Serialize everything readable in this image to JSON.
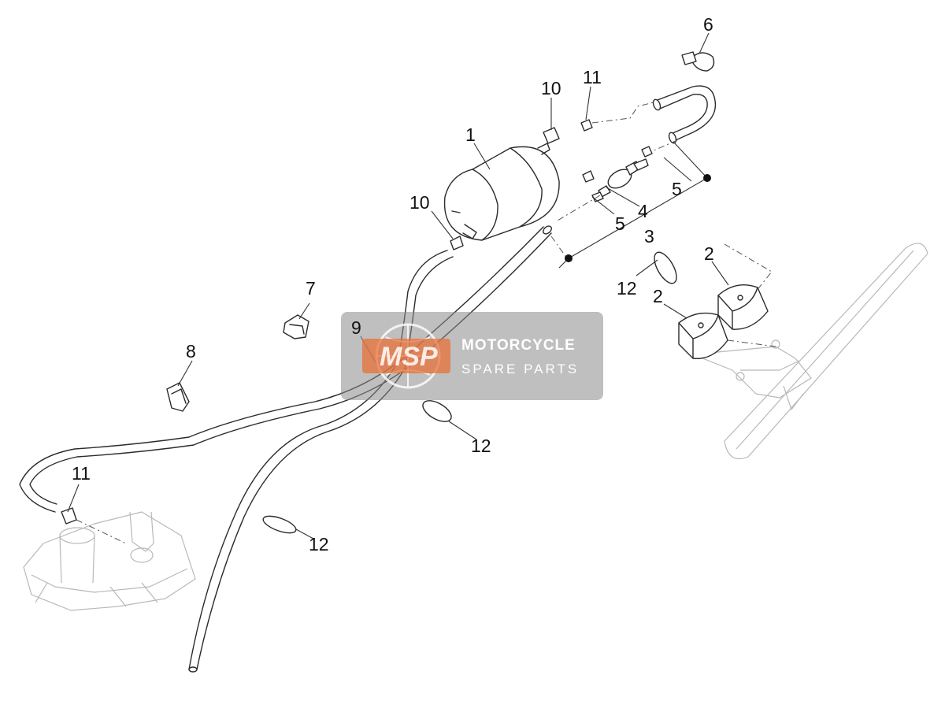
{
  "callouts": {
    "c1": "1",
    "c2a": "2",
    "c2b": "2",
    "c3": "3",
    "c4": "4",
    "c5a": "5",
    "c5b": "5",
    "c6": "6",
    "c7": "7",
    "c8": "8",
    "c9": "9",
    "c10a": "10",
    "c10b": "10",
    "c11a": "11",
    "c11b": "11",
    "c12a": "12",
    "c12b": "12",
    "c12c": "12"
  },
  "watermark": {
    "logo": "MSP",
    "title": "MOTORCYCLE",
    "subtitle": "SPARE PARTS",
    "box_color": "#8a8a8a",
    "logo_color": "#e8703a"
  }
}
